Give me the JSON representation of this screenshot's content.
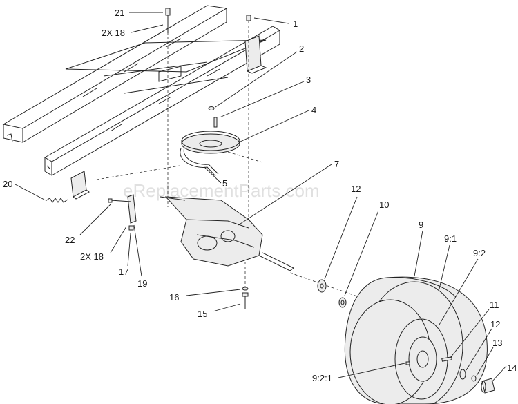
{
  "watermark": "eReplacementParts.com",
  "callouts": [
    {
      "id": "c21",
      "text": "21"
    },
    {
      "id": "c2x18a",
      "text": "2X 18"
    },
    {
      "id": "c1",
      "text": "1"
    },
    {
      "id": "c2",
      "text": "2"
    },
    {
      "id": "c3",
      "text": "3"
    },
    {
      "id": "c4",
      "text": "4"
    },
    {
      "id": "c7",
      "text": "7"
    },
    {
      "id": "c20",
      "text": "20"
    },
    {
      "id": "c5",
      "text": "5"
    },
    {
      "id": "c12a",
      "text": "12"
    },
    {
      "id": "c10",
      "text": "10"
    },
    {
      "id": "c9",
      "text": "9"
    },
    {
      "id": "c91",
      "text": "9:1"
    },
    {
      "id": "c92",
      "text": "9:2"
    },
    {
      "id": "c22",
      "text": "22"
    },
    {
      "id": "c2x18b",
      "text": "2X 18"
    },
    {
      "id": "c17",
      "text": "17"
    },
    {
      "id": "c19",
      "text": "19"
    },
    {
      "id": "c16",
      "text": "16"
    },
    {
      "id": "c15",
      "text": "15"
    },
    {
      "id": "c11",
      "text": "11"
    },
    {
      "id": "c12b",
      "text": "12"
    },
    {
      "id": "c13",
      "text": "13"
    },
    {
      "id": "c14",
      "text": "14"
    },
    {
      "id": "c921",
      "text": "9:2:1"
    }
  ]
}
